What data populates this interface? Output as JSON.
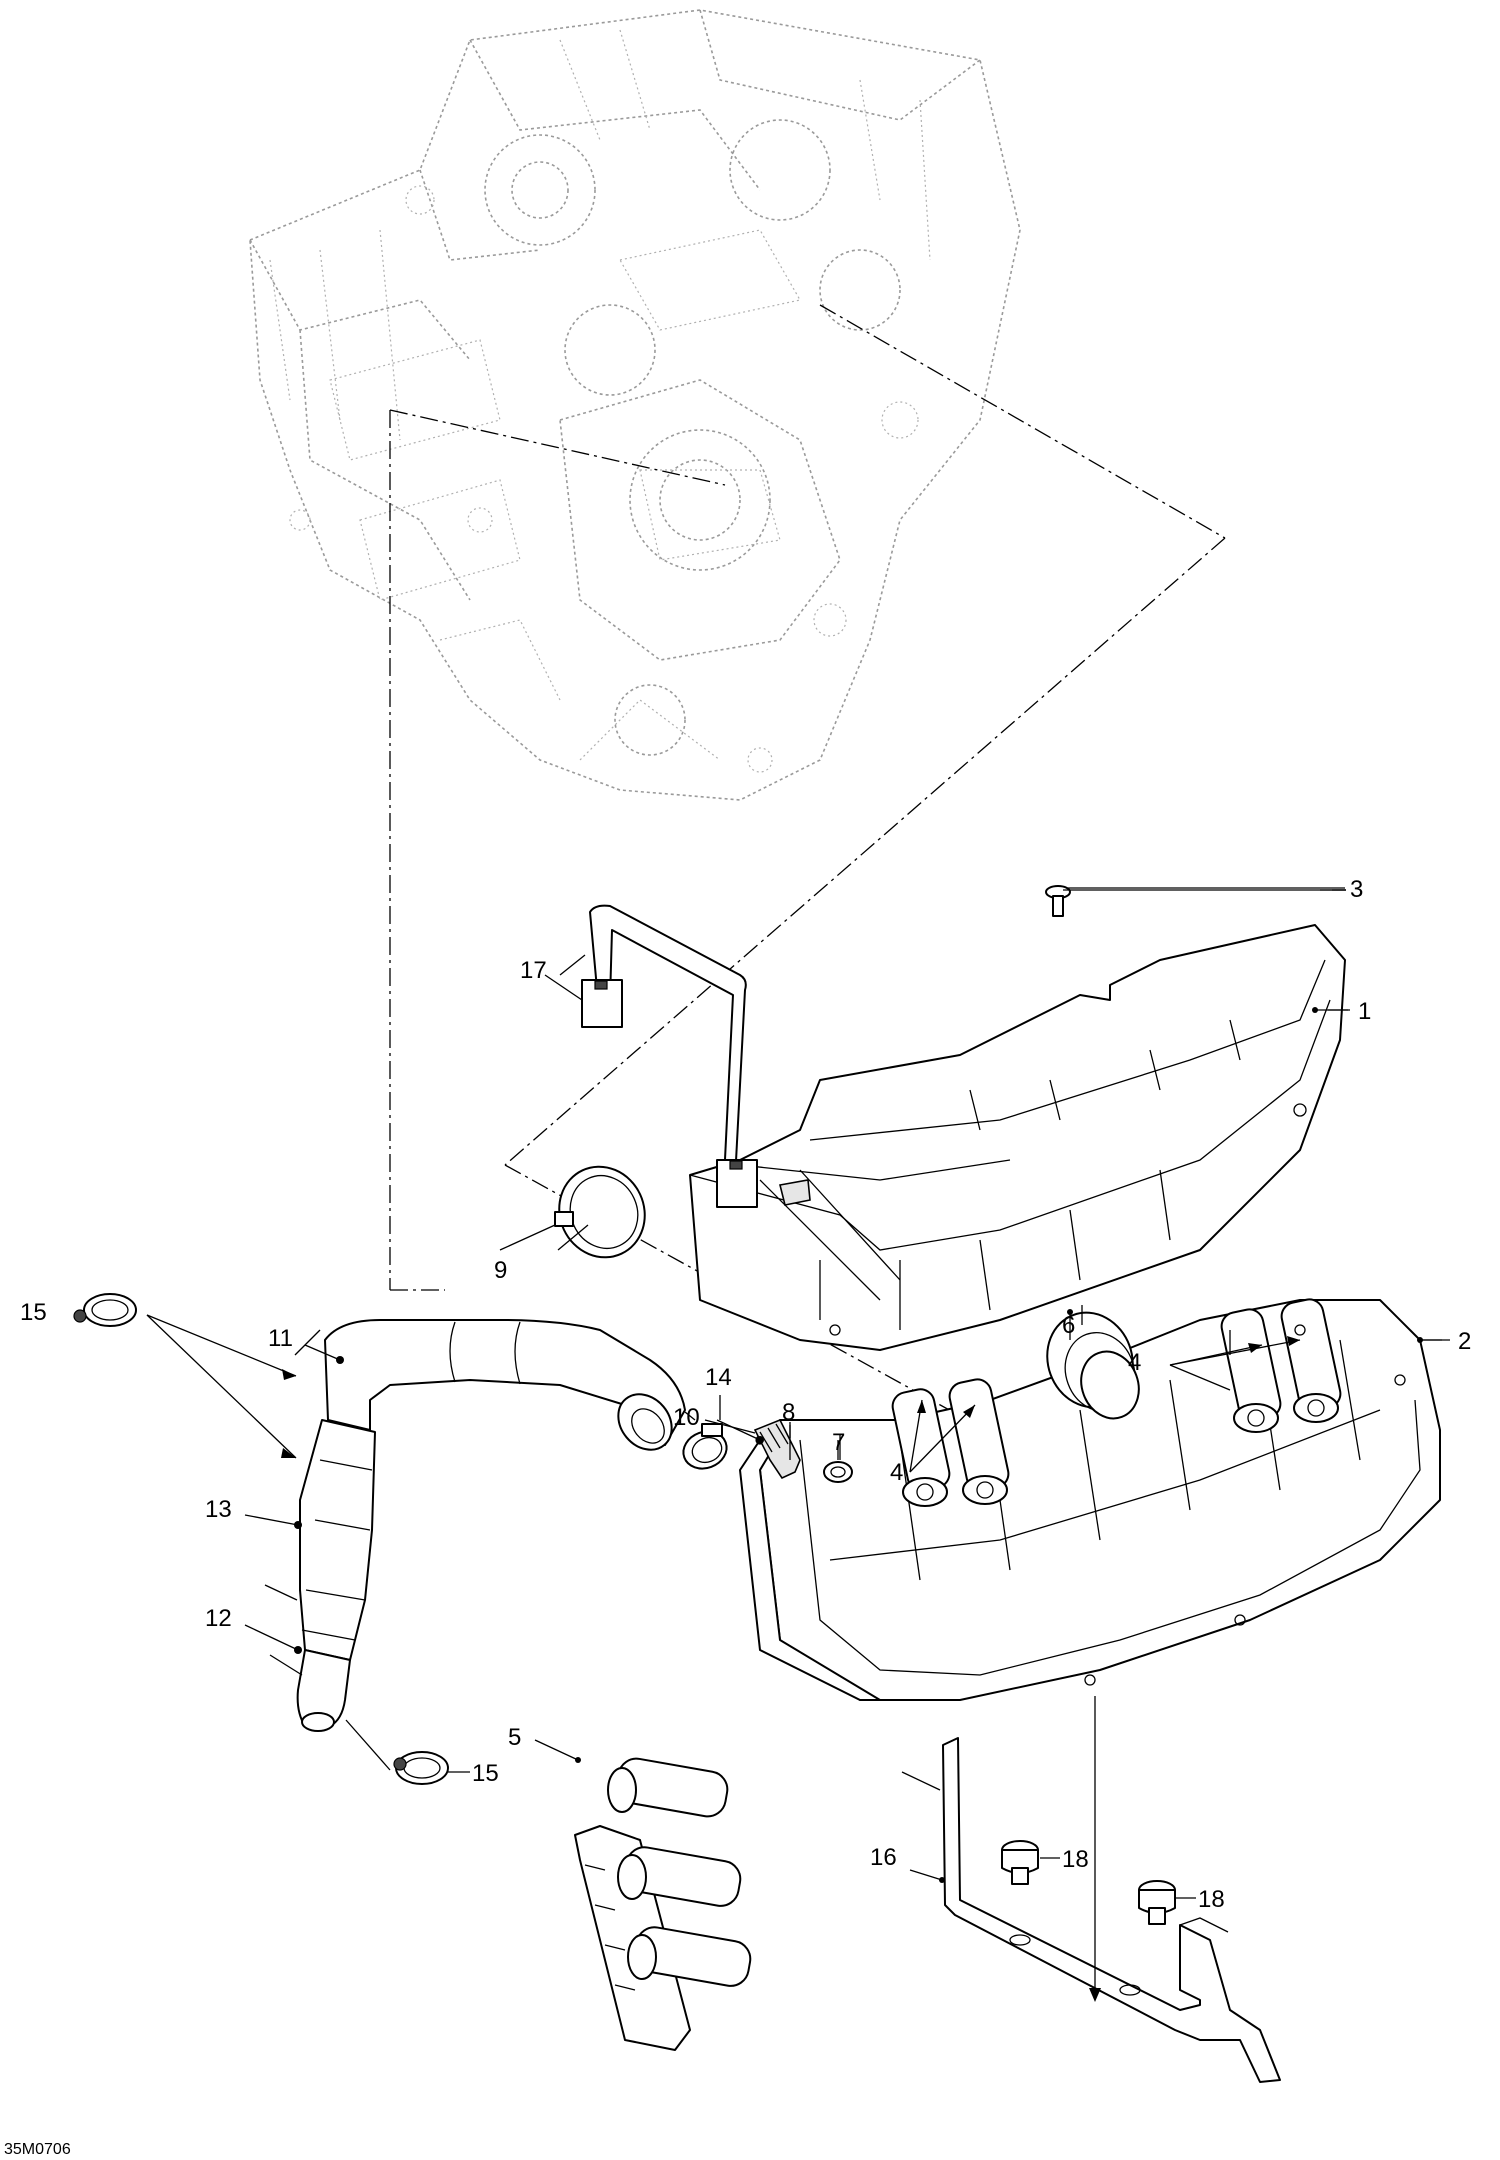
{
  "diagram_code": "35M0706",
  "callouts": [
    {
      "id": "c1",
      "label": "1"
    },
    {
      "id": "c2",
      "label": "2"
    },
    {
      "id": "c3",
      "label": "3"
    },
    {
      "id": "c4a",
      "label": "4"
    },
    {
      "id": "c4b",
      "label": "4"
    },
    {
      "id": "c5",
      "label": "5"
    },
    {
      "id": "c6",
      "label": "6"
    },
    {
      "id": "c7",
      "label": "7"
    },
    {
      "id": "c8",
      "label": "8"
    },
    {
      "id": "c9",
      "label": "9"
    },
    {
      "id": "c10",
      "label": "10"
    },
    {
      "id": "c11",
      "label": "11"
    },
    {
      "id": "c12",
      "label": "12"
    },
    {
      "id": "c13",
      "label": "13"
    },
    {
      "id": "c14",
      "label": "14"
    },
    {
      "id": "c15a",
      "label": "15"
    },
    {
      "id": "c15b",
      "label": "15"
    },
    {
      "id": "c16",
      "label": "16"
    },
    {
      "id": "c17",
      "label": "17"
    },
    {
      "id": "c18a",
      "label": "18"
    },
    {
      "id": "c18b",
      "label": "18"
    }
  ]
}
